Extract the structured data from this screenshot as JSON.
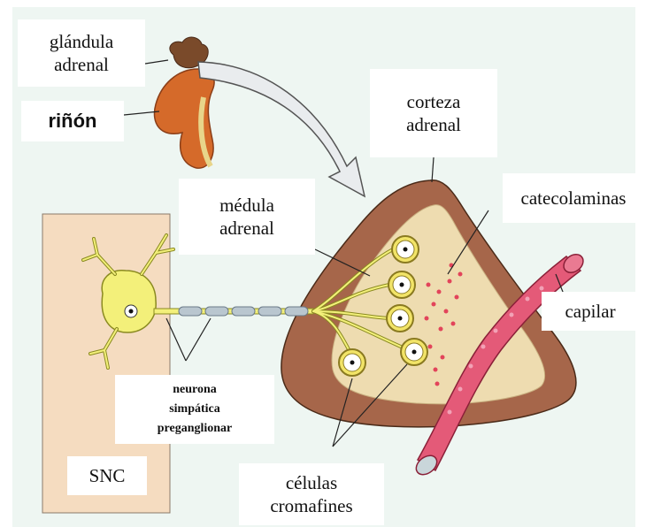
{
  "labels": {
    "glandula": "glándula\nadrenal",
    "rinon": "riñón",
    "corteza": "corteza\nadrenal",
    "catecolaminas": "catecolaminas",
    "medula": "médula\nadrenal",
    "capilar": "capilar",
    "neurona": "neurona\nsimpática\npreganglionar",
    "snc": "SNC",
    "celulas": "células\ncromafines"
  },
  "colors": {
    "background_panel": "#eef6f2",
    "snc_box": "#f5dcc0",
    "cortex": "#a6664a",
    "medulla": "#eedcb0",
    "kidney": "#d56a2a",
    "adrenal_gland": "#7a4a2a",
    "capillary": "#e45a78",
    "neuron": "#f3f07a",
    "cell": "#f2e468"
  }
}
